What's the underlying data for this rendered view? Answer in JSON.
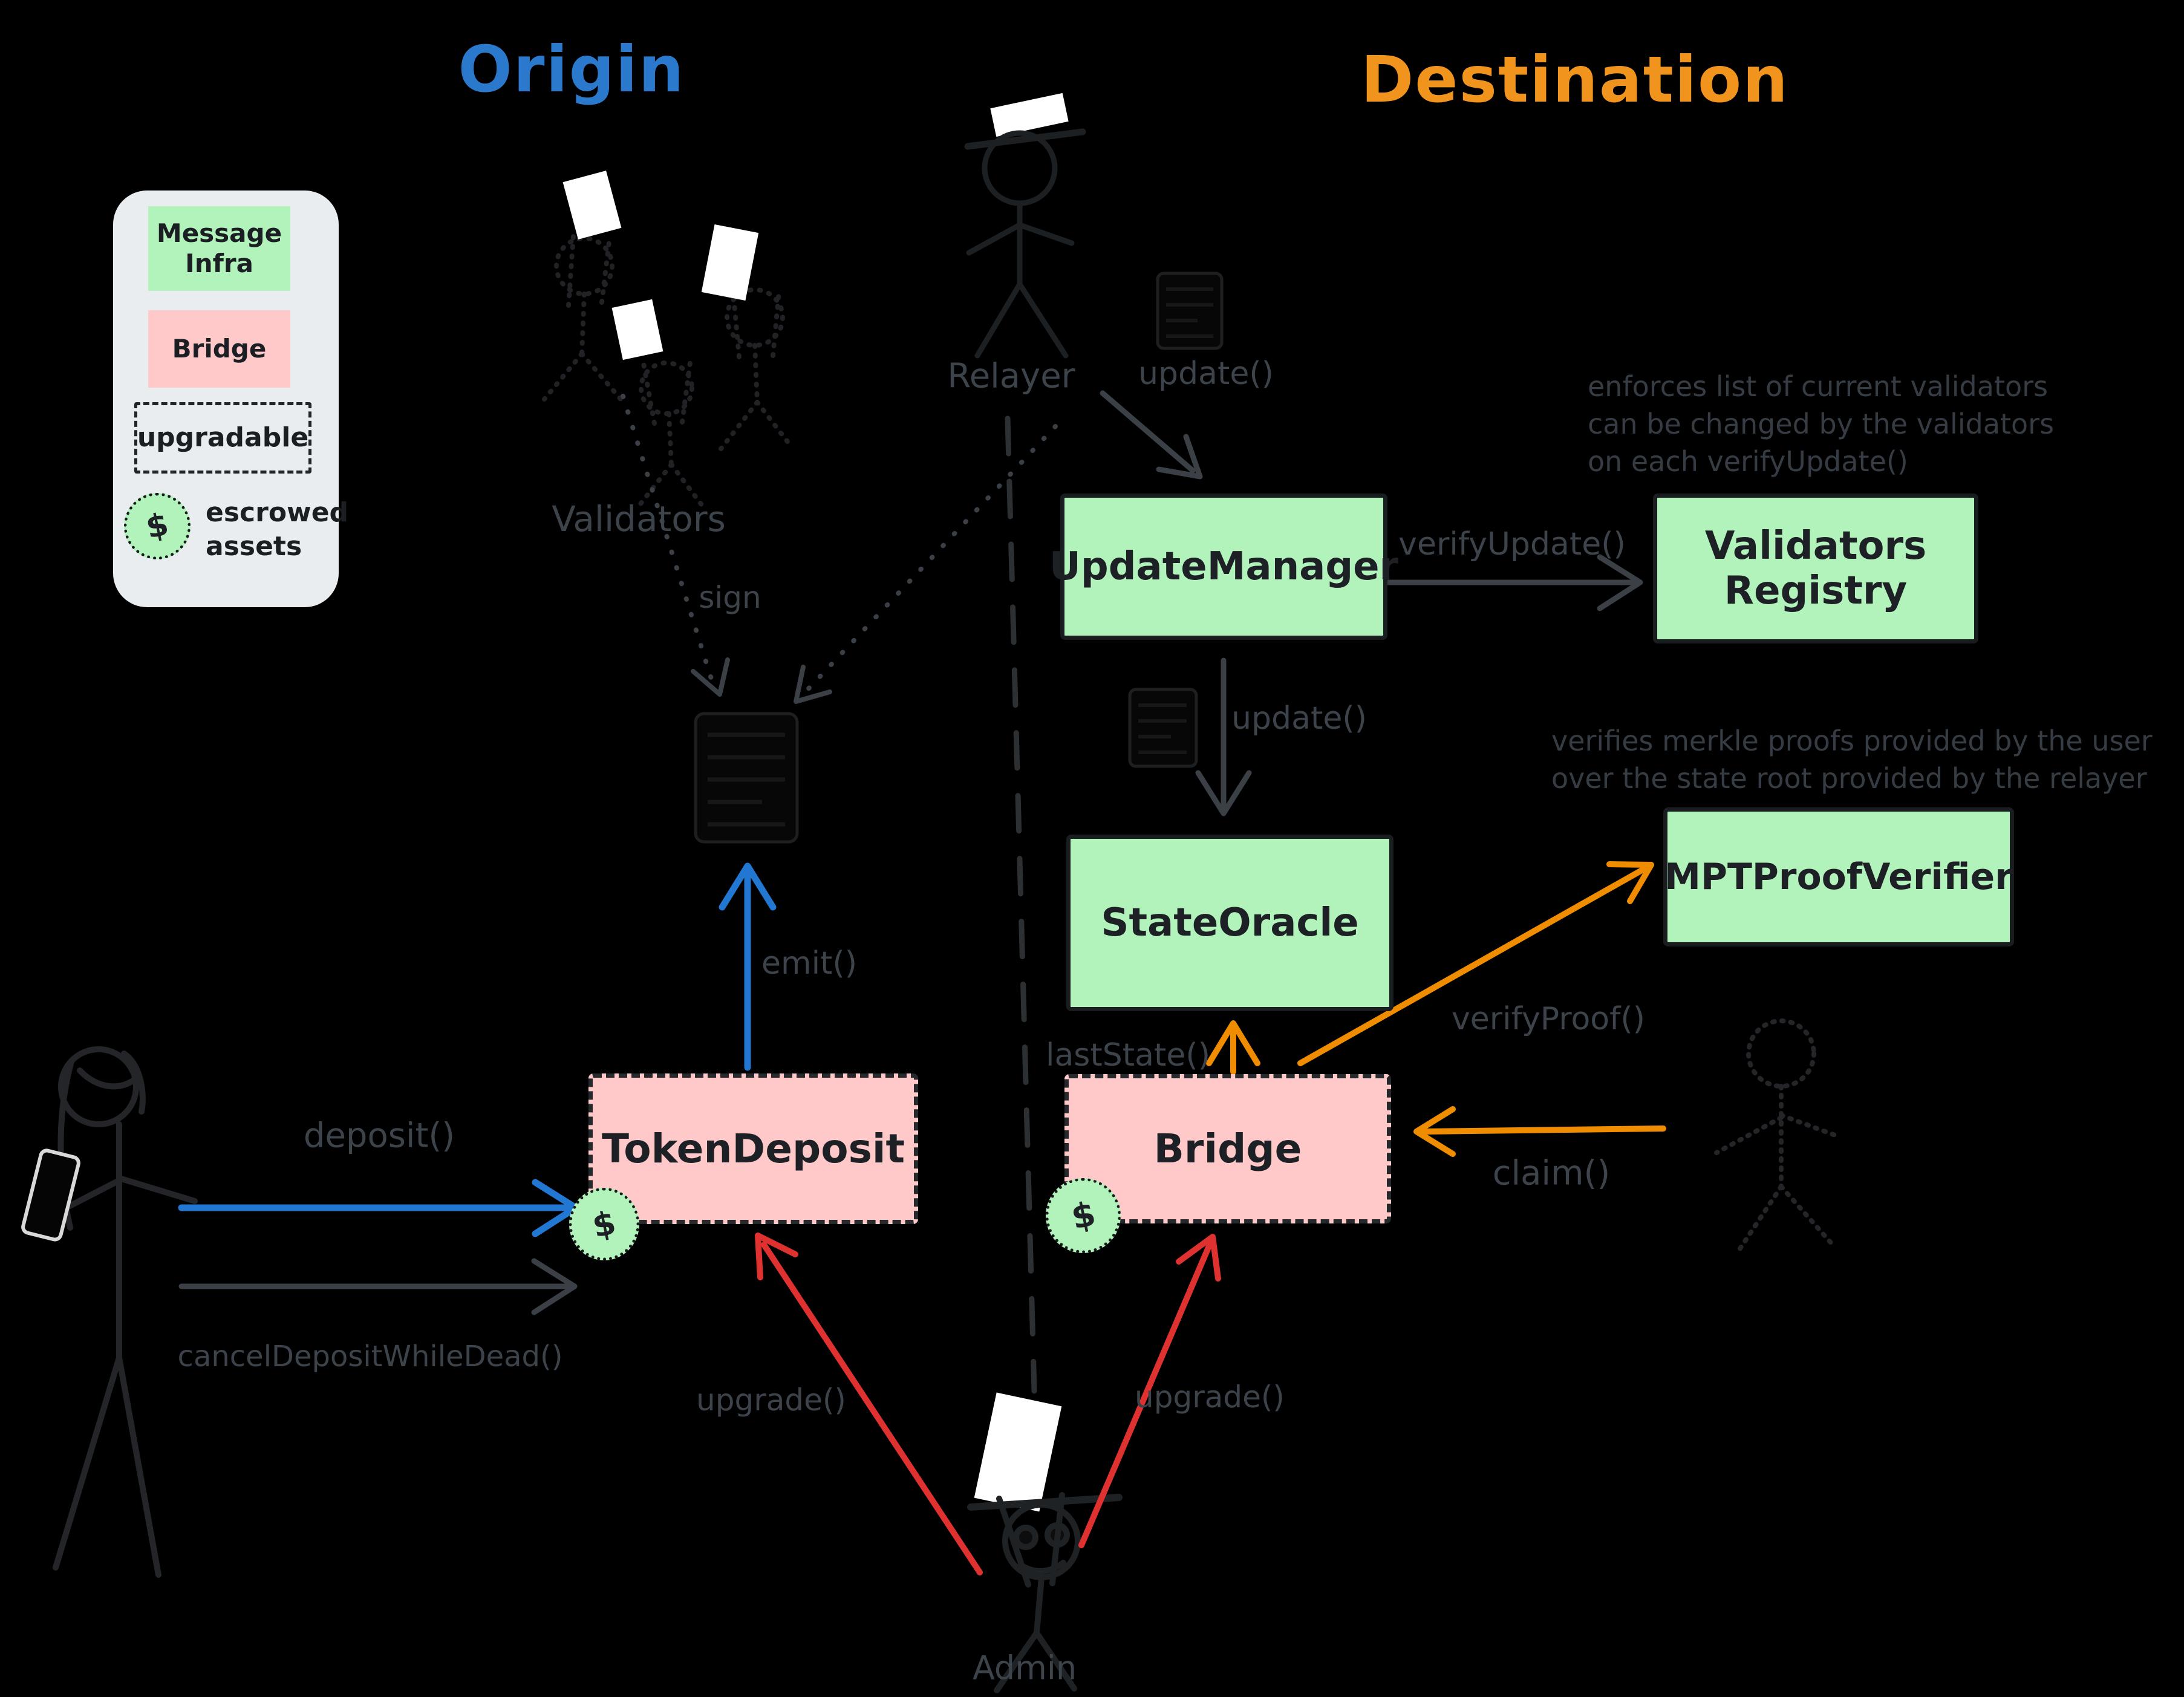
{
  "titles": {
    "origin": "Origin",
    "destination": "Destination"
  },
  "legend": {
    "message_infra_line1": "Message",
    "message_infra_line2": "Infra",
    "bridge": "Bridge",
    "upgradable": "upgradable",
    "escrow_symbol": "$",
    "escrowed_line1": "escrowed",
    "escrowed_line2": "assets"
  },
  "boxes": {
    "update_manager": "UpdateManager",
    "validators_registry_line1": "Validators",
    "validators_registry_line2": "Registry",
    "state_oracle": "StateOracle",
    "mpt_proof_verifier": "MPTProofVerifier",
    "token_deposit": "TokenDeposit",
    "bridge": "Bridge",
    "escrow_symbol": "$"
  },
  "actors": {
    "validators": "Validators",
    "relayer": "Relayer",
    "admin": "Admin"
  },
  "calls": {
    "deposit": "deposit()",
    "cancel_deposit": "cancelDepositWhileDead()",
    "emit": "emit()",
    "sign": "sign",
    "update_relayer": "update()",
    "update_state": "update()",
    "verify_update": "verifyUpdate()",
    "last_state": "lastState()",
    "verify_proof": "verifyProof()",
    "claim": "claim()",
    "upgrade_left": "upgrade()",
    "upgrade_right": "upgrade()"
  },
  "notes": {
    "validators_registry": [
      "enforces list of current validators",
      "can be changed by the validators",
      "on each verifyUpdate()"
    ],
    "mpt_proof_verifier": [
      "verifies merkle proofs provided by the user",
      "over the state root provided by the relayer"
    ]
  },
  "colors": {
    "background": "#000000",
    "green": "#b2f2bb",
    "pink": "#ffc9c9",
    "blue": "#2277d3",
    "orange": "#f08c00",
    "red": "#e03131",
    "label_gray": "#3d434a",
    "legend_bg": "#e9edf0",
    "title_blue": "#2b79cd",
    "title_orange": "#f0941d"
  }
}
